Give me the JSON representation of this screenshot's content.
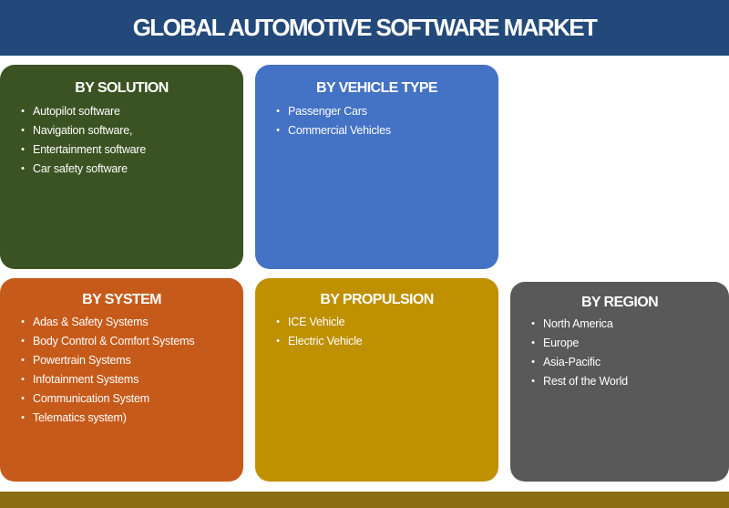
{
  "header": {
    "title": "GLOBAL AUTOMOTIVE SOFTWARE MARKET"
  },
  "cards": {
    "solution": {
      "title": "BY SOLUTION",
      "items": [
        "Autopilot software",
        "Navigation software,",
        "Entertainment software",
        "Car safety software"
      ]
    },
    "vehicle_type": {
      "title": "BY VEHICLE TYPE",
      "items": [
        "Passenger Cars",
        "Commercial Vehicles"
      ]
    },
    "system": {
      "title": "BY SYSTEM",
      "items": [
        "Adas & Safety Systems",
        "Body Control & Comfort Systems",
        "Powertrain Systems",
        "Infotainment Systems",
        "Communication System",
        "Telematics system)"
      ]
    },
    "propulsion": {
      "title": "BY PROPULSION",
      "items": [
        "ICE Vehicle",
        "Electric Vehicle"
      ]
    },
    "region": {
      "title": "BY REGION",
      "items": [
        "North America",
        "Europe",
        "Asia-Pacific",
        "Rest of the World"
      ]
    }
  },
  "bullet_symbol": "•",
  "colors": {
    "header": "#22497a",
    "solution": "#3b5323",
    "vehicle_type": "#4472c4",
    "system": "#c65a1a",
    "propulsion": "#bf9000",
    "region": "#595959",
    "footer": "#8a6d10"
  }
}
